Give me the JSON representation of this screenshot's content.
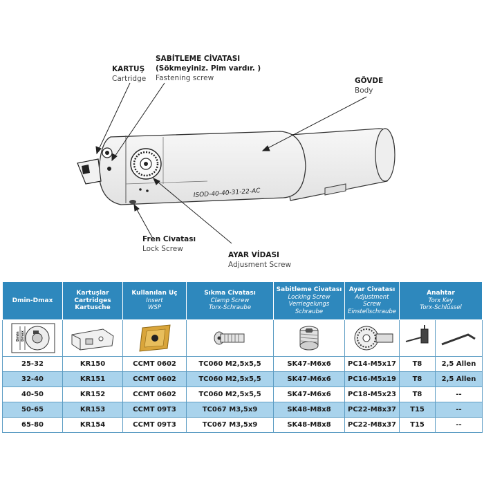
{
  "callouts": {
    "cartridge": {
      "tr": "KARTUŞ",
      "en": "Cartridge"
    },
    "fastening_screw": {
      "tr": "SABİTLEME CİVATASI",
      "tr2": "(Sökmeyiniz. Pim vardır. )",
      "en": "Fastening screw"
    },
    "body": {
      "tr": "GÖVDE",
      "en": "Body"
    },
    "lock_screw": {
      "tr": "Fren Civatası",
      "en": "Lock Screw"
    },
    "adjustment_screw": {
      "tr": "AYAR VİDASI",
      "en": "Adjusment Screw"
    }
  },
  "body_marking": "ISOD-40-40-31-22-AC",
  "table": {
    "headers": [
      {
        "l1": "Dmin-Dmax",
        "l2": "",
        "l3": ""
      },
      {
        "l1": "Kartuşlar",
        "l2": "Cartridges",
        "l3": "Kartusche"
      },
      {
        "l1": "Kullanılan Uç",
        "l2": "Insert",
        "l3": "WSP"
      },
      {
        "l1": "Sıkma Civatası",
        "l2": "Clamp Screw",
        "l3": "Torx-Schraube"
      },
      {
        "l1": "Sabitleme Civatası",
        "l2": "Locking Screw",
        "l3": "Verriegelungs Schraube"
      },
      {
        "l1": "Ayar Civatası",
        "l2": "Adjustment Screw",
        "l3": "Einstellschraube"
      },
      {
        "l1": "Anahtar",
        "l2": "Torx Key",
        "l3": "Torx-Schlüssel"
      }
    ],
    "image_labels": {
      "dmin": "Dmin",
      "dmax": "Dmax"
    },
    "rows": [
      [
        "25-32",
        "KR150",
        "CCMT 0602",
        "TC060 M2,5x5,5",
        "SK47-M6x6",
        "PC14-M5x17",
        "T8",
        "2,5 Allen"
      ],
      [
        "32-40",
        "KR151",
        "CCMT 0602",
        "TC060 M2,5x5,5",
        "SK47-M6x6",
        "PC16-M5x19",
        "T8",
        "2,5 Allen"
      ],
      [
        "40-50",
        "KR152",
        "CCMT 0602",
        "TC060 M2,5x5,5",
        "SK47-M6x6",
        "PC18-M5x23",
        "T8",
        "--"
      ],
      [
        "50-65",
        "KR153",
        "CCMT 09T3",
        "TC067  M3,5x9",
        "SK48-M8x8",
        "PC22-M8x37",
        "T15",
        "--"
      ],
      [
        "65-80",
        "KR154",
        "CCMT 09T3",
        "TC067  M3,5x9",
        "SK48-M8x8",
        "PC22-M8x37",
        "T15",
        "--"
      ]
    ]
  },
  "colors": {
    "header_bg": "#2e88bd",
    "alt_row": "#a9d3ec",
    "insert_gold": "#d9a53a"
  }
}
